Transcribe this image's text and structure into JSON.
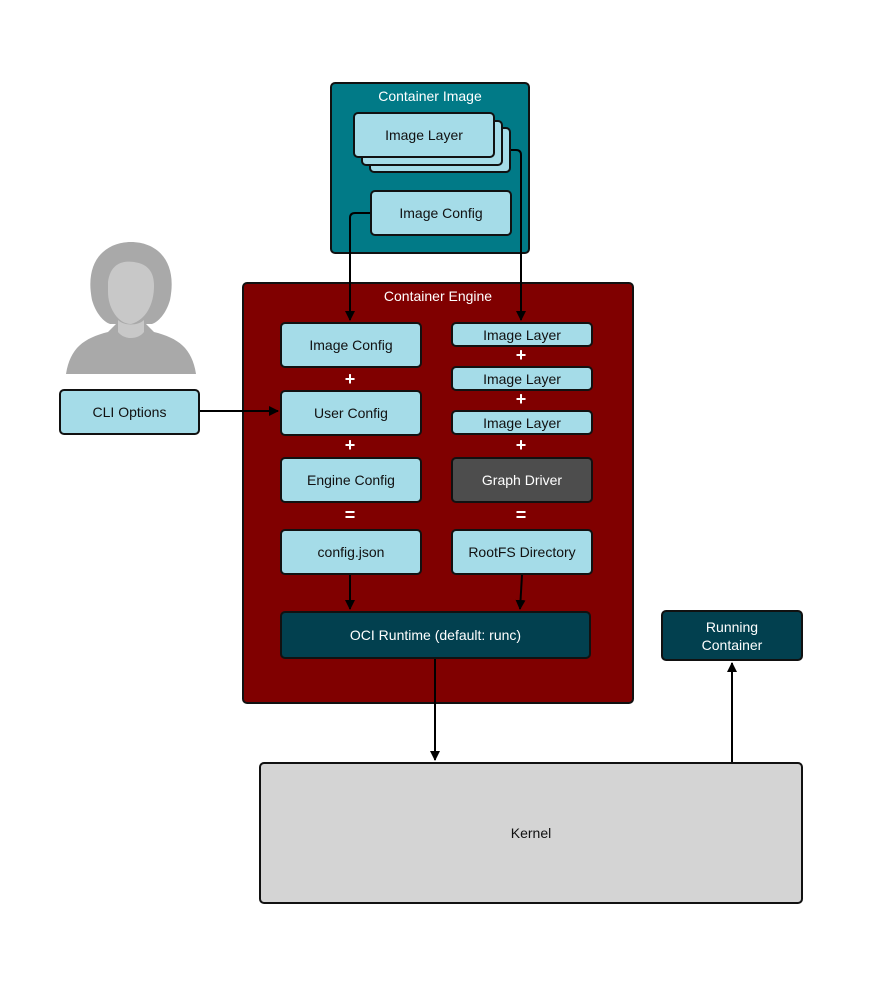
{
  "colors": {
    "container_image_bg": "#017a87",
    "container_engine_bg": "#800000",
    "light_box_bg": "#a5dce8",
    "dark_box_bg": "#02404f",
    "graph_driver_bg": "#4d4d4d",
    "kernel_bg": "#d4d4d4",
    "user_icon": "#a9a9a9"
  },
  "container_image": {
    "title": "Container Image",
    "image_layer": "Image Layer",
    "image_config": "Image Config"
  },
  "user": {
    "icon": "user-silhouette-icon",
    "cli_options": "CLI Options"
  },
  "container_engine": {
    "title": "Container Engine",
    "left_column": [
      "Image Config",
      "User Config",
      "Engine Config",
      "config.json"
    ],
    "right_column": [
      "Image Layer",
      "Image Layer",
      "Image Layer",
      "Graph Driver",
      "RootFS Directory"
    ],
    "plus": "+",
    "equals": "=",
    "runtime": "OCI Runtime (default: runc)"
  },
  "running_container": "Running Container",
  "kernel": "Kernel"
}
